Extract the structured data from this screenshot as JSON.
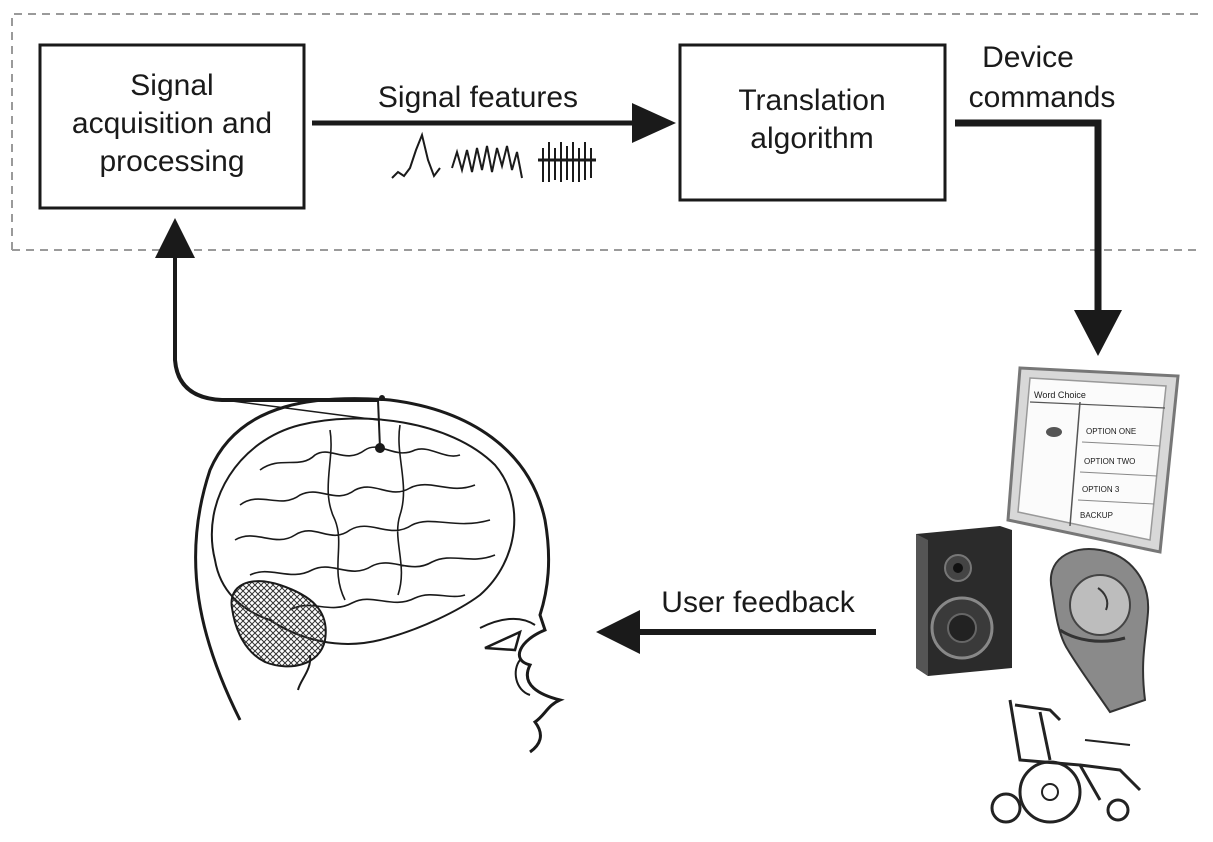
{
  "boxes": {
    "acquisition": {
      "lines": [
        "Signal",
        "acquisition and",
        "processing"
      ]
    },
    "translation": {
      "lines": [
        "Translation",
        "algorithm"
      ]
    }
  },
  "arrows": {
    "signal_features": "Signal features",
    "device_commands": [
      "Device",
      "commands"
    ],
    "user_feedback": "User feedback"
  },
  "monitor_screen": {
    "title": "Word Choice",
    "options": [
      "OPTION ONE",
      "OPTION TWO",
      "OPTION 3",
      "BACKUP"
    ]
  },
  "colors": {
    "ink": "#1a1a1a",
    "dash": "#9a9a9a"
  }
}
